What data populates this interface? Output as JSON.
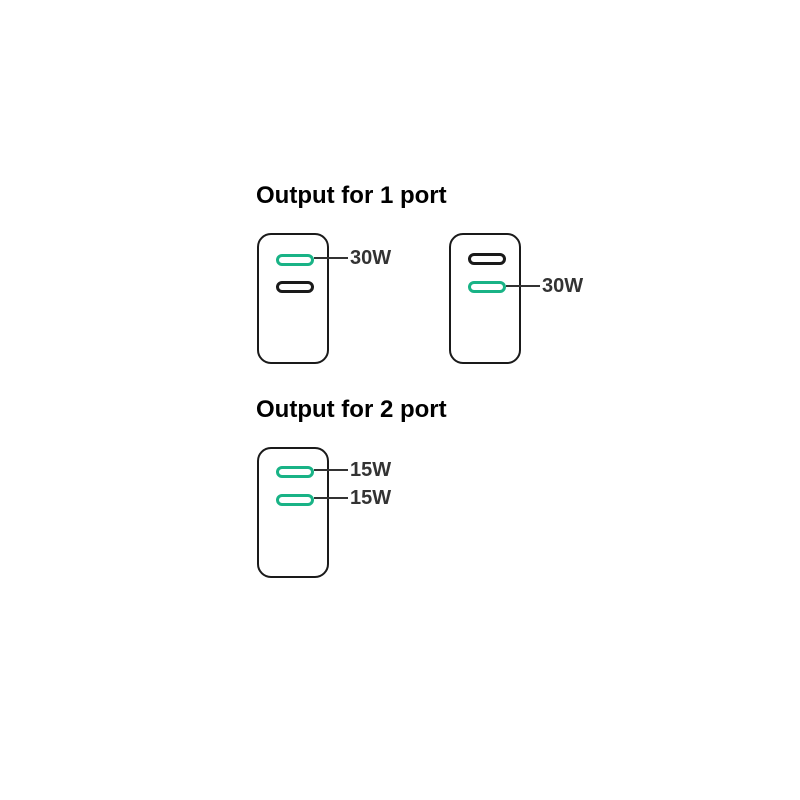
{
  "colors": {
    "active_port": "#19b386",
    "inactive_port": "#1a1a1a",
    "outline": "#1a1a1a",
    "label_text": "#333333"
  },
  "sections": [
    {
      "heading": "Output for 1 port",
      "chargers": [
        {
          "ports": [
            {
              "active": true,
              "label": "30W"
            },
            {
              "active": false,
              "label": ""
            }
          ]
        },
        {
          "ports": [
            {
              "active": false,
              "label": ""
            },
            {
              "active": true,
              "label": "30W"
            }
          ]
        }
      ]
    },
    {
      "heading": "Output for 2 port",
      "chargers": [
        {
          "ports": [
            {
              "active": true,
              "label": "15W"
            },
            {
              "active": true,
              "label": "15W"
            }
          ]
        }
      ]
    }
  ]
}
